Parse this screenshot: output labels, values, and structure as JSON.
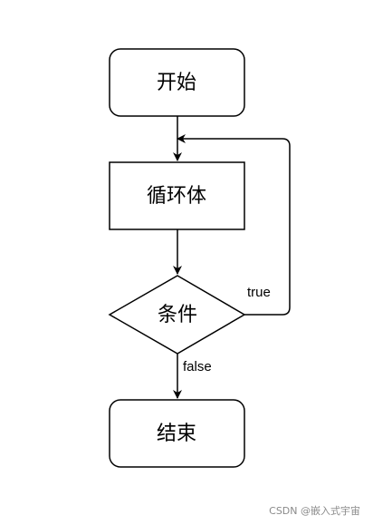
{
  "diagram": {
    "nodes": {
      "start": {
        "label": "开始",
        "shape": "rounded-rectangle"
      },
      "loop_body": {
        "label": "循环体",
        "shape": "rectangle"
      },
      "condition": {
        "label": "条件",
        "shape": "diamond"
      },
      "end": {
        "label": "结束",
        "shape": "rounded-rectangle"
      }
    },
    "edges": {
      "start_to_body": {
        "from": "start",
        "to": "loop_body",
        "label": ""
      },
      "body_to_condition": {
        "from": "loop_body",
        "to": "condition",
        "label": ""
      },
      "condition_true": {
        "from": "condition",
        "to": "loop_body",
        "label": "true"
      },
      "condition_false": {
        "from": "condition",
        "to": "end",
        "label": "false"
      }
    },
    "stroke_color": "#000000",
    "fill_color": "#ffffff"
  },
  "watermark": {
    "text": "CSDN @嵌入式宇宙"
  }
}
